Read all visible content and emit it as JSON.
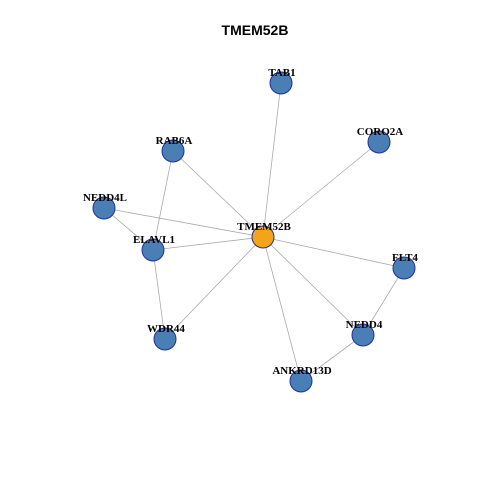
{
  "graph": {
    "title": "TMEM52B",
    "colors": {
      "hub_node": "#f5a31a",
      "node": "#4a7fb5",
      "node_border": "#1f2f9a",
      "edge": "#aaaaaa"
    },
    "nodes": [
      {
        "id": "TMEM52B",
        "label": "TMEM52B",
        "hub": true
      },
      {
        "id": "TAB1",
        "label": "TAB1"
      },
      {
        "id": "CORO2A",
        "label": "CORO2A"
      },
      {
        "id": "RAB6A",
        "label": "RAB6A"
      },
      {
        "id": "NEDD4L",
        "label": "NEDD4L"
      },
      {
        "id": "ELAVL1",
        "label": "ELAVL1"
      },
      {
        "id": "FLT4",
        "label": "FLT4"
      },
      {
        "id": "WDR44",
        "label": "WDR44"
      },
      {
        "id": "NEDD4",
        "label": "NEDD4"
      },
      {
        "id": "ANKRD13D",
        "label": "ANKRD13D"
      }
    ],
    "edges": [
      [
        "TMEM52B",
        "TAB1"
      ],
      [
        "TMEM52B",
        "CORO2A"
      ],
      [
        "TMEM52B",
        "RAB6A"
      ],
      [
        "TMEM52B",
        "NEDD4L"
      ],
      [
        "TMEM52B",
        "ELAVL1"
      ],
      [
        "TMEM52B",
        "FLT4"
      ],
      [
        "TMEM52B",
        "WDR44"
      ],
      [
        "TMEM52B",
        "NEDD4"
      ],
      [
        "TMEM52B",
        "ANKRD13D"
      ],
      [
        "RAB6A",
        "ELAVL1"
      ],
      [
        "NEDD4L",
        "ELAVL1"
      ],
      [
        "ELAVL1",
        "WDR44"
      ],
      [
        "FLT4",
        "NEDD4"
      ],
      [
        "NEDD4",
        "ANKRD13D"
      ]
    ]
  }
}
